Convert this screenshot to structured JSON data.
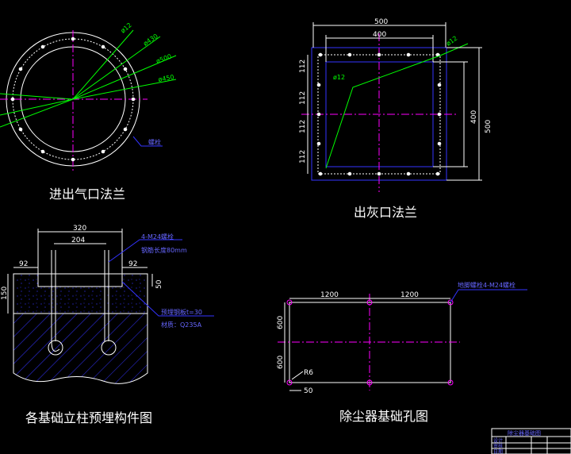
{
  "drawing": {
    "views": {
      "inlet_flange": {
        "title": "进出气口法兰",
        "labels": [
          "ø12",
          "ø430",
          "ø500",
          "ø450"
        ],
        "note": "螺栓"
      },
      "ash_flange": {
        "title": "出灰口法兰",
        "dims_top": [
          "500",
          "400"
        ],
        "hole_label_top": "ø12",
        "hole_label_inner": "ø12",
        "dims_left": [
          "112",
          "112",
          "112",
          "112"
        ],
        "dims_right": [
          "400",
          "500"
        ]
      },
      "embedment": {
        "title": "各基础立柱预埋构件图",
        "dims_top": [
          "320",
          "204"
        ],
        "dims_side": [
          "92",
          "92"
        ],
        "dim_left": "150",
        "dim_right": "50",
        "bolt_note_1": "4-M24螺栓",
        "bolt_note_2": "钢筋长度80mm",
        "plate_note_1": "预埋钢板t=30",
        "plate_note_2": "材质：Q235A"
      },
      "foundation": {
        "title": "除尘器基础孔图",
        "dims_top": [
          "1200",
          "1200"
        ],
        "dims_left": [
          "600",
          "600"
        ],
        "dim_bottom": "50",
        "radius": "R6",
        "bolt_note": "地脚螺栓4-M24螺栓"
      }
    },
    "title_block": {
      "row1": "除尘器基础图",
      "row2": "设计",
      "row3": "审核",
      "row4": "日期"
    }
  }
}
